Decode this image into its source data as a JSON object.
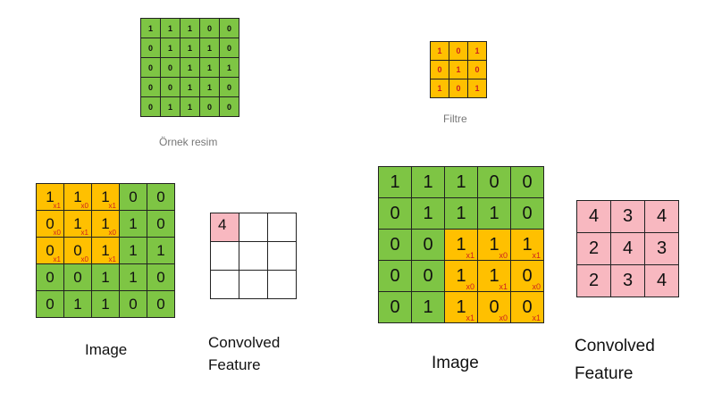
{
  "sample": {
    "caption": "Örnek resim",
    "matrix": [
      [
        "1",
        "1",
        "1",
        "0",
        "0"
      ],
      [
        "0",
        "1",
        "1",
        "1",
        "0"
      ],
      [
        "0",
        "0",
        "1",
        "1",
        "1"
      ],
      [
        "0",
        "0",
        "1",
        "1",
        "0"
      ],
      [
        "0",
        "1",
        "1",
        "0",
        "0"
      ]
    ]
  },
  "filter": {
    "caption": "Filtre",
    "matrix": [
      [
        "1",
        "0",
        "1"
      ],
      [
        "0",
        "1",
        "0"
      ],
      [
        "1",
        "0",
        "1"
      ]
    ]
  },
  "left": {
    "image_caption": "Image",
    "feature_caption": "Convolved Feature",
    "image": [
      [
        "1",
        "1",
        "1",
        "0",
        "0"
      ],
      [
        "0",
        "1",
        "1",
        "1",
        "0"
      ],
      [
        "0",
        "0",
        "1",
        "1",
        "1"
      ],
      [
        "0",
        "0",
        "1",
        "1",
        "0"
      ],
      [
        "0",
        "1",
        "1",
        "0",
        "0"
      ]
    ],
    "highlight": {
      "row": 0,
      "col": 0
    },
    "weights": [
      "x1",
      "x0",
      "x1",
      "x0",
      "x1",
      "x0",
      "x1",
      "x0",
      "x1"
    ],
    "feature": [
      [
        "4",
        "",
        ""
      ],
      [
        "",
        "",
        ""
      ],
      [
        "",
        "",
        ""
      ]
    ]
  },
  "right": {
    "image_caption": "Image",
    "feature_caption": "Convolved Feature",
    "image": [
      [
        "1",
        "1",
        "1",
        "0",
        "0"
      ],
      [
        "0",
        "1",
        "1",
        "1",
        "0"
      ],
      [
        "0",
        "0",
        "1",
        "1",
        "1"
      ],
      [
        "0",
        "0",
        "1",
        "1",
        "0"
      ],
      [
        "0",
        "1",
        "1",
        "0",
        "0"
      ]
    ],
    "highlight": {
      "row": 2,
      "col": 2
    },
    "weights": [
      "x1",
      "x0",
      "x1",
      "x0",
      "x1",
      "x0",
      "x1",
      "x0",
      "x1"
    ],
    "feature": [
      [
        "4",
        "3",
        "4"
      ],
      [
        "2",
        "4",
        "3"
      ],
      [
        "2",
        "3",
        "4"
      ]
    ]
  },
  "colors": {
    "green": "#7ec544",
    "orange": "#ffc000",
    "pink": "#f8b8c0",
    "red": "#cc1f1f"
  }
}
